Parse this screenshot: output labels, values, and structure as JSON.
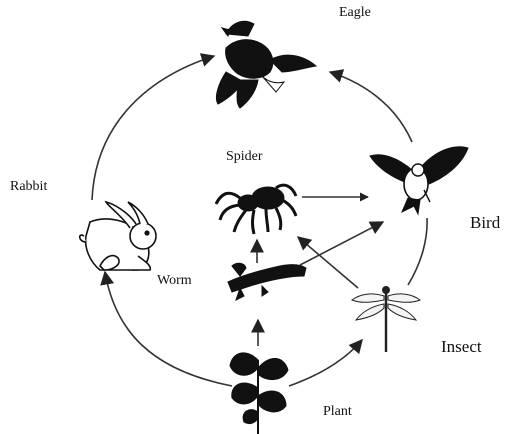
{
  "diagram": {
    "organisms": [
      {
        "id": "eagle",
        "label": "Eagle",
        "icon": "eagle-icon"
      },
      {
        "id": "spider",
        "label": "Spider",
        "icon": "spider-icon"
      },
      {
        "id": "rabbit",
        "label": "Rabbit",
        "icon": "rabbit-icon"
      },
      {
        "id": "bird",
        "label": "Bird",
        "icon": "bird-icon"
      },
      {
        "id": "worm",
        "label": "Worm",
        "icon": "worm-icon"
      },
      {
        "id": "insect",
        "label": "Insect",
        "icon": "dragonfly-icon"
      },
      {
        "id": "plant",
        "label": "Plant",
        "icon": "plant-icon"
      }
    ],
    "arrows": [
      {
        "from": "plant",
        "to": "rabbit"
      },
      {
        "from": "rabbit",
        "to": "eagle"
      },
      {
        "from": "plant",
        "to": "insect"
      },
      {
        "from": "insect",
        "to": "bird"
      },
      {
        "from": "bird",
        "to": "eagle"
      },
      {
        "from": "plant",
        "to": "worm"
      },
      {
        "from": "worm",
        "to": "spider"
      },
      {
        "from": "worm",
        "to": "bird"
      },
      {
        "from": "spider",
        "to": "bird"
      },
      {
        "from": "insect",
        "to": "spider"
      }
    ],
    "colors": {
      "ink": "#111111",
      "arrow": "#333333",
      "background": "#ffffff"
    }
  }
}
